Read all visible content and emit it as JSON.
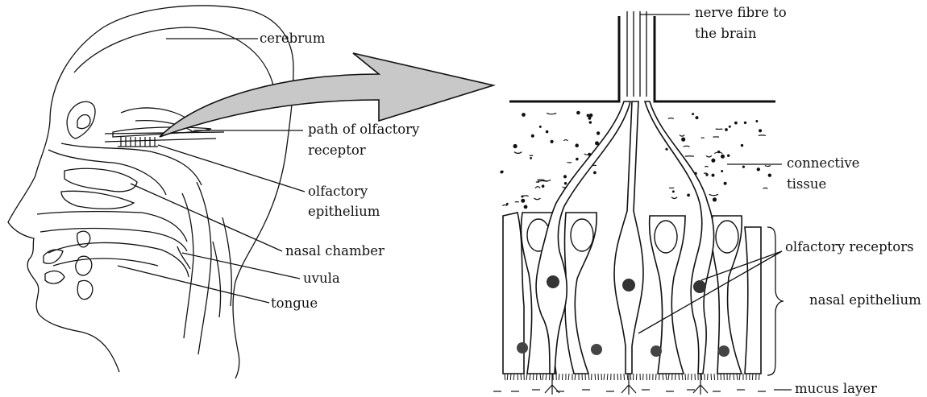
{
  "head_labels": {
    "cerebrum": "cerebrum",
    "path_line1": "path  of olfactory",
    "path_line2": "receptor",
    "olf_epi_line1": "olfactory",
    "olf_epi_line2": "epithelium",
    "nasal_chamber": "nasal chamber",
    "uvula": "uvula",
    "tongue": "tongue"
  },
  "detail_labels": {
    "nerve_line1": "nerve fibre to",
    "nerve_line2": "the brain",
    "connective_line1": "connective",
    "connective_line2": "tissue",
    "olfactory_receptors": "olfactory  receptors",
    "nasal_epithelium": "nasal epithelium",
    "mucus_layer": "mucus layer"
  },
  "colors": {
    "ink": "#111111",
    "arrow_fill": "#c8c8c8",
    "background": "#ffffff"
  }
}
